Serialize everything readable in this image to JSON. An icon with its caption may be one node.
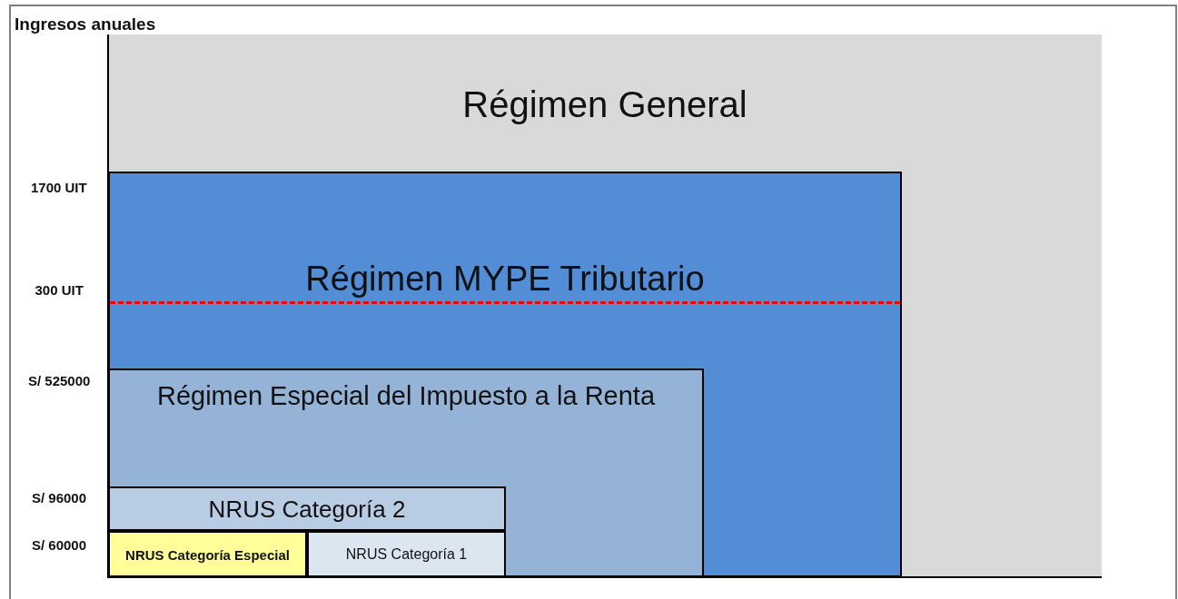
{
  "diagram": {
    "nodes": [
      {
        "text": [
          "Régimen General"
        ]
      },
      {
        "text": [
          "Régimen MYPE Tributario"
        ],
        "in": 0
      },
      {
        "text": [
          "Régimen Especial del Impuesto a la Renta"
        ],
        "in": 1
      },
      {
        "text": [
          "NRUS Categoría 2"
        ],
        "in": 2
      },
      {
        "text": [
          "NRUS Categoría Especial"
        ],
        "in": 2
      },
      {
        "text": [
          "NRUS Categoría 1"
        ],
        "in": 2
      }
    ],
    "labels": [
      "Ingresos anuales",
      "1700 UIT",
      "300 UIT",
      "S/ 525000",
      "S/ 96000",
      "S/ 60000"
    ]
  }
}
